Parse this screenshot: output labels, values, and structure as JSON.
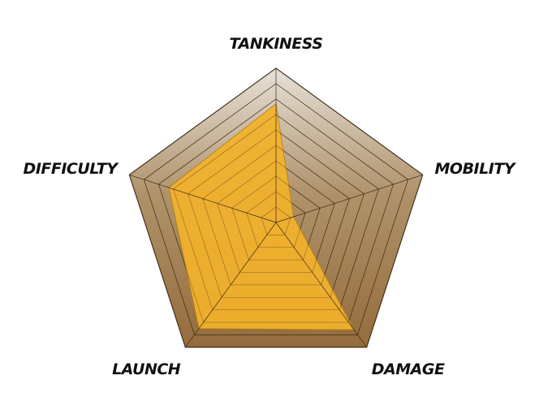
{
  "chart_data": {
    "type": "radar",
    "axes": [
      "TANKINESS",
      "MOBILITY",
      "DAMAGE",
      "LAUNCH",
      "DIFFICULTY"
    ],
    "range": [
      0,
      10
    ],
    "rings": 10,
    "grid": true,
    "legend": "none",
    "series": [
      {
        "values": [
          7.7,
          1.2,
          8.6,
          8.5,
          7.3
        ]
      }
    ],
    "colors": {
      "fill": "#f2b22b",
      "fill_stroke": "#b07d12",
      "bg_top": "#e6e1d9",
      "bg_bottom": "#946c3c",
      "grid_line": "#3a2a16"
    }
  }
}
